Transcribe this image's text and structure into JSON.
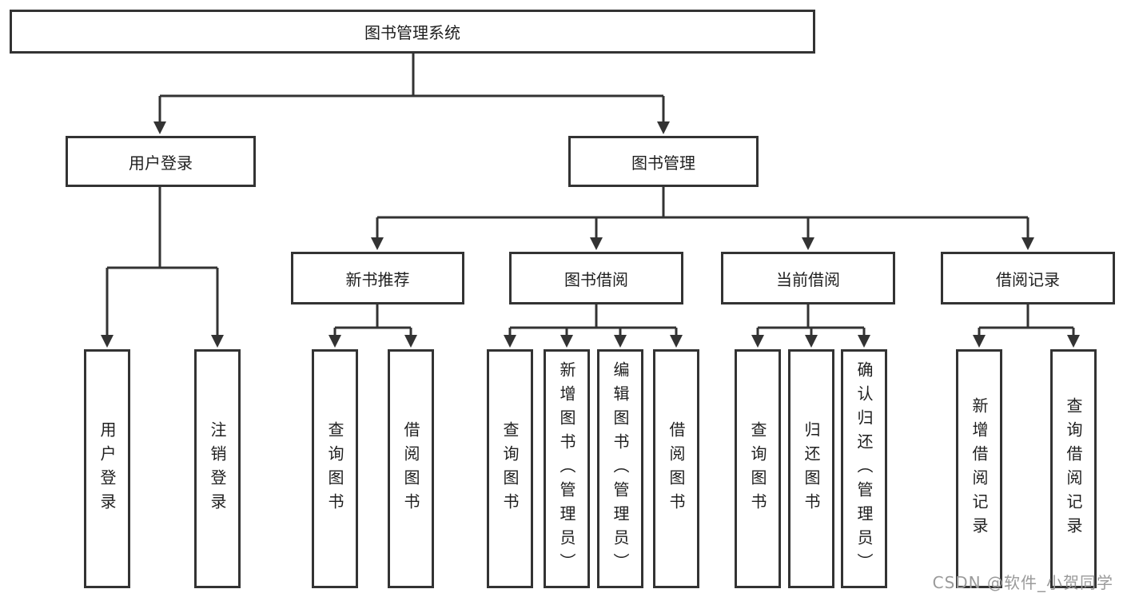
{
  "tree": {
    "label": "图书管理系统",
    "children": [
      {
        "label": "用户登录",
        "children": [
          {
            "label": "用户登录"
          },
          {
            "label": "注销登录"
          }
        ]
      },
      {
        "label": "图书管理",
        "children": [
          {
            "label": "新书推荐",
            "children": [
              {
                "label": "查询图书"
              },
              {
                "label": "借阅图书"
              }
            ]
          },
          {
            "label": "图书借阅",
            "children": [
              {
                "label": "查询图书"
              },
              {
                "label": "新增图书（管理员）"
              },
              {
                "label": "编辑图书（管理员）"
              },
              {
                "label": "借阅图书"
              }
            ]
          },
          {
            "label": "当前借阅",
            "children": [
              {
                "label": "查询图书"
              },
              {
                "label": "归还图书"
              },
              {
                "label": "确认归还（管理员）"
              }
            ]
          },
          {
            "label": "借阅记录",
            "children": [
              {
                "label": "新增借阅记录"
              },
              {
                "label": "查询借阅记录"
              }
            ]
          }
        ]
      }
    ]
  },
  "watermark": "CSDN @软件_小贺同学",
  "colors": {
    "line": "#333333",
    "box_border": "#333333",
    "box_fill": "#ffffff",
    "text": "#1f1f1f",
    "watermark": "#9a9a9a",
    "background": "#ffffff"
  }
}
